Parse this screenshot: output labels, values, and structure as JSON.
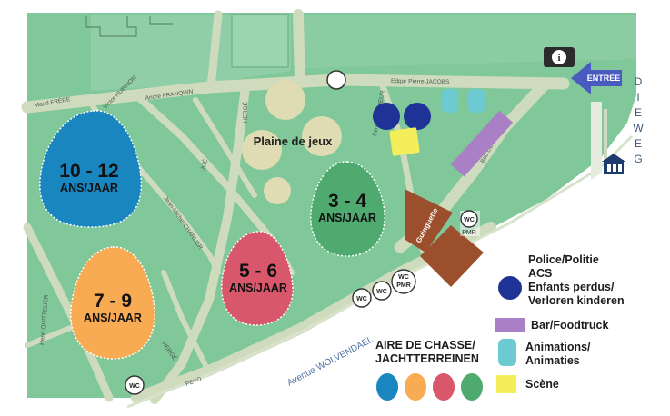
{
  "roads": {
    "top": "Edgar Pierre JACOBS",
    "maud": "Maud FRÈRE",
    "andre": "André FRANQUIN",
    "victor": "Victor HUBINON",
    "herge1": "HERGÉ",
    "jije": "JIJÉ",
    "jean_michel": "Jean-Michel CHARLIER",
    "fernand": "Fernand DINEUR",
    "bob": "Bob DE MOOR",
    "herge2": "HERGÉ",
    "henri": "Henri QUITTELIER",
    "peyo": "PEYO",
    "avenue": "Avenue WOLVENDAEL"
  },
  "street": {
    "letters": [
      "D",
      "I",
      "E",
      "W",
      "E",
      "G"
    ]
  },
  "entrance": {
    "label": "ENTRÉE",
    "info_symbol": "i"
  },
  "playground": {
    "label": "Plaine de jeux"
  },
  "guinguette": {
    "label": "Guinguette"
  },
  "zones": [
    {
      "age": "10 - 12",
      "sub": "ANS/JAAR",
      "color": "#1a86c0"
    },
    {
      "age": "7 - 9",
      "sub": "ANS/JAAR",
      "color": "#f8ab52"
    },
    {
      "age": "5 - 6",
      "sub": "ANS/JAAR",
      "color": "#d9576b"
    },
    {
      "age": "3 - 4",
      "sub": "ANS/JAAR",
      "color": "#4faa70"
    }
  ],
  "wc": {
    "wc": "WC",
    "pmr": "PMR"
  },
  "legend": {
    "police": [
      "Police/Politie",
      "ACS",
      "Enfants perdus/",
      "Verloren kinderen"
    ],
    "bar": "Bar/Foodtruck",
    "animations": [
      "Animations/",
      "Animaties"
    ],
    "scene": "Scène",
    "hunt": [
      "AIRE DE CHASSE/",
      "JACHTTERREINEN"
    ]
  },
  "colors": {
    "park": "#80c79a",
    "path": "#cfdbbd",
    "navy": "#1e3395",
    "purple": "#a97fc6",
    "cyan": "#6ccad0",
    "yellow": "#f4ee5b",
    "brown": "#9b4f2d",
    "arrow": "#4a5bc0"
  }
}
